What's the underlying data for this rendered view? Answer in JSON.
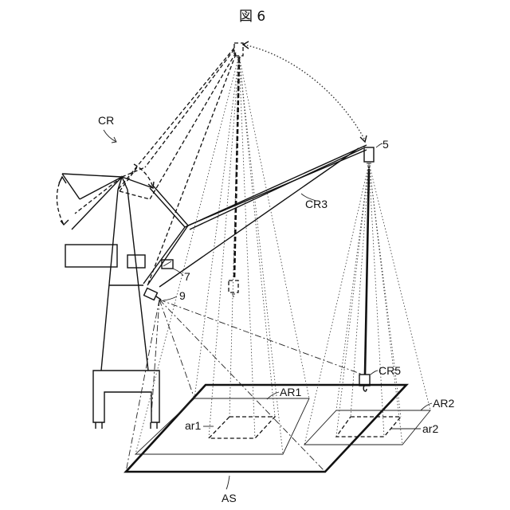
{
  "figure": {
    "title": "図 6"
  },
  "labels": {
    "crane": "CR",
    "boom": "CR3",
    "camera_top": "5",
    "sensor_box": "7",
    "camera_side": "9",
    "hook_block": "CR5",
    "area_large": "AR1",
    "area_small": "AR2",
    "subarea_1": "ar1",
    "subarea_2": "ar2",
    "ground_area": "AS"
  }
}
